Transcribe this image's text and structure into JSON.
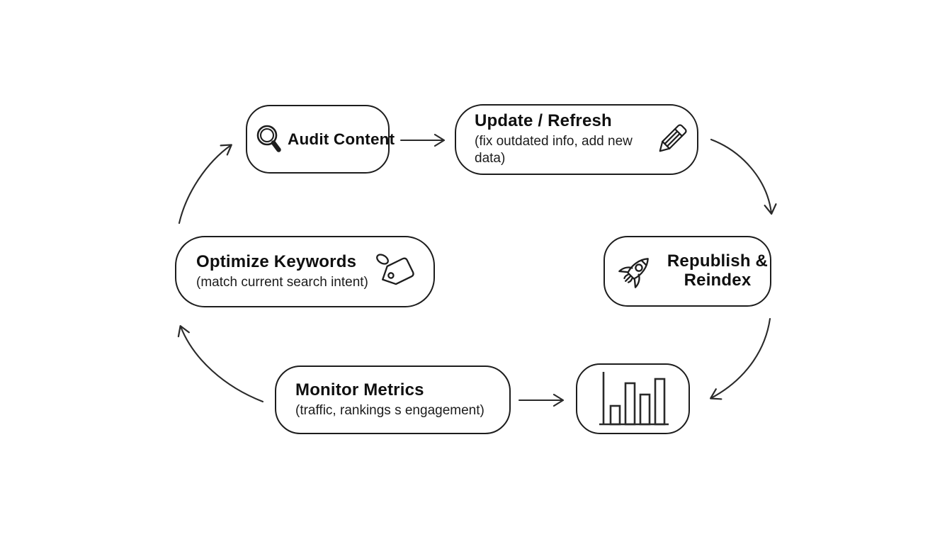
{
  "canvas": {
    "background": "#ffffff",
    "box_stroke": "#1d1d1d",
    "arrow_color": "#2a2a2a"
  },
  "nodes": {
    "audit": {
      "title": "Audit Content",
      "icon": "magnifying-glass"
    },
    "update": {
      "title": "Update / Refresh",
      "subtitle": "(fix outdated info, add new data)",
      "icon": "pencil"
    },
    "republish": {
      "title": "Republish & Reindex",
      "icon": "rocket"
    },
    "optimize": {
      "title": "Optimize Keywords",
      "subtitle": "(match current search intent)",
      "icon": "tag"
    },
    "monitor": {
      "title": "Monitor Metrics",
      "subtitle": "(traffic, rankings s engagement)"
    },
    "metrics": {
      "icon": "bar-chart"
    }
  },
  "arrows": [
    {
      "from": "audit",
      "to": "update",
      "style": "straight"
    },
    {
      "from": "update",
      "to": "republish",
      "style": "curved"
    },
    {
      "from": "republish",
      "to": "metrics",
      "style": "curved"
    },
    {
      "from": "monitor",
      "to": "metrics",
      "style": "straight"
    },
    {
      "from": "monitor",
      "to": "optimize",
      "style": "curved"
    },
    {
      "from": "optimize",
      "to": "audit",
      "style": "curved"
    }
  ]
}
